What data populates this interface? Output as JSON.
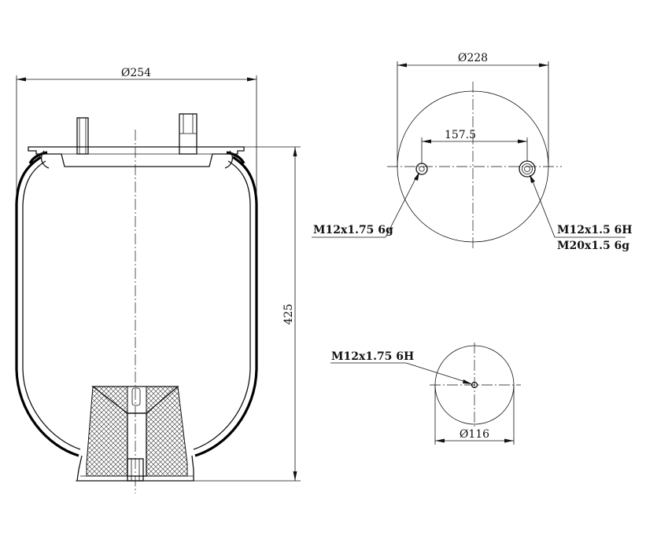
{
  "side_view": {
    "diameter_label": "Ø254",
    "height_label": "425"
  },
  "top_view": {
    "diameter_label": "Ø228",
    "bolt_spacing_label": "157.5",
    "left_thread_label": "M12x1.75 6g",
    "right_thread_label_1": "M12x1.5 6H",
    "right_thread_label_2": "M20x1.5 6g"
  },
  "bottom_view": {
    "thread_label": "M12x1.75 6H",
    "diameter_label": "Ø116"
  }
}
